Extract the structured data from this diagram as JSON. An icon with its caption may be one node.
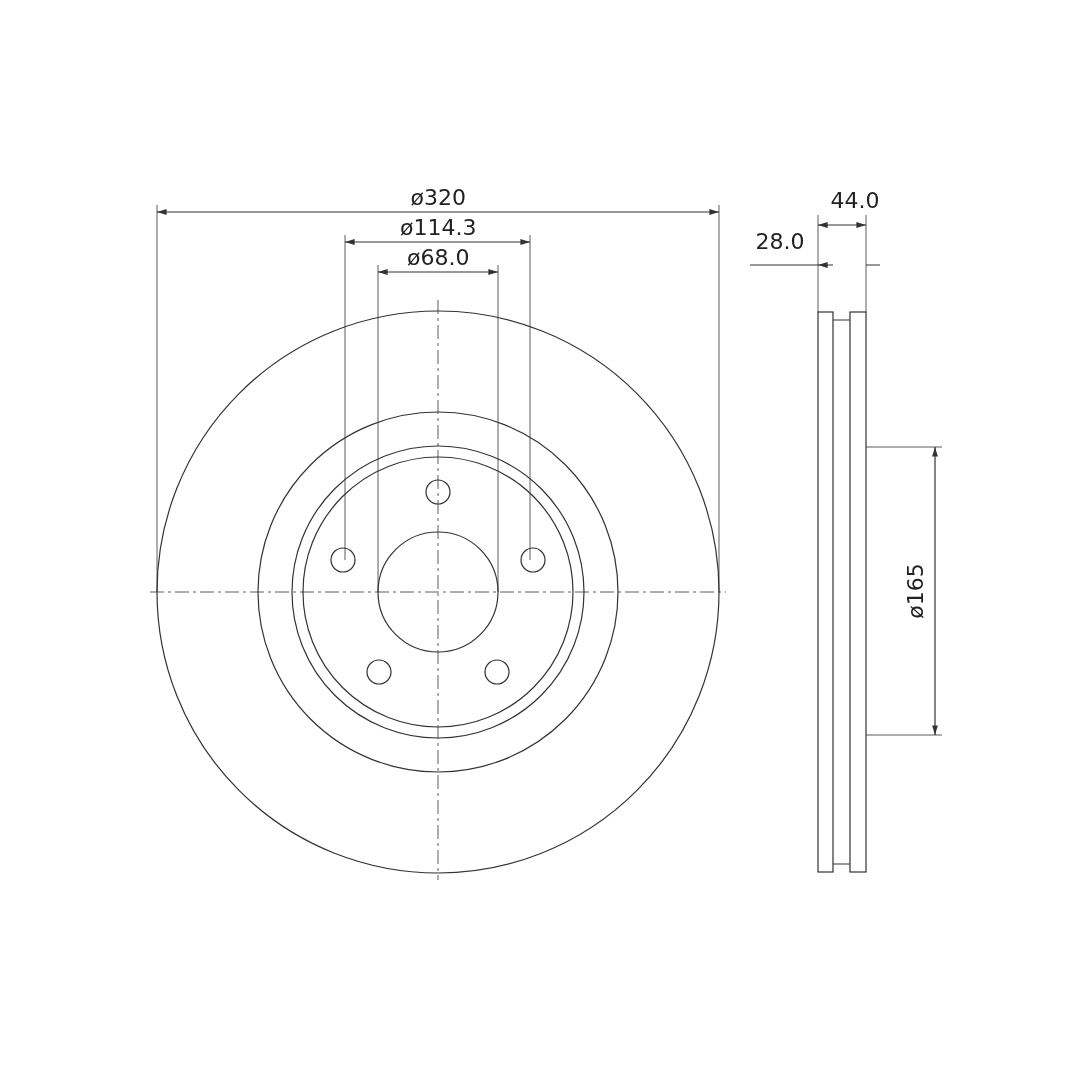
{
  "diagram": {
    "labels": [
      "ø320",
      "ø114.3",
      "ø68.0",
      "44.0",
      "28.0",
      "ø165"
    ]
  }
}
